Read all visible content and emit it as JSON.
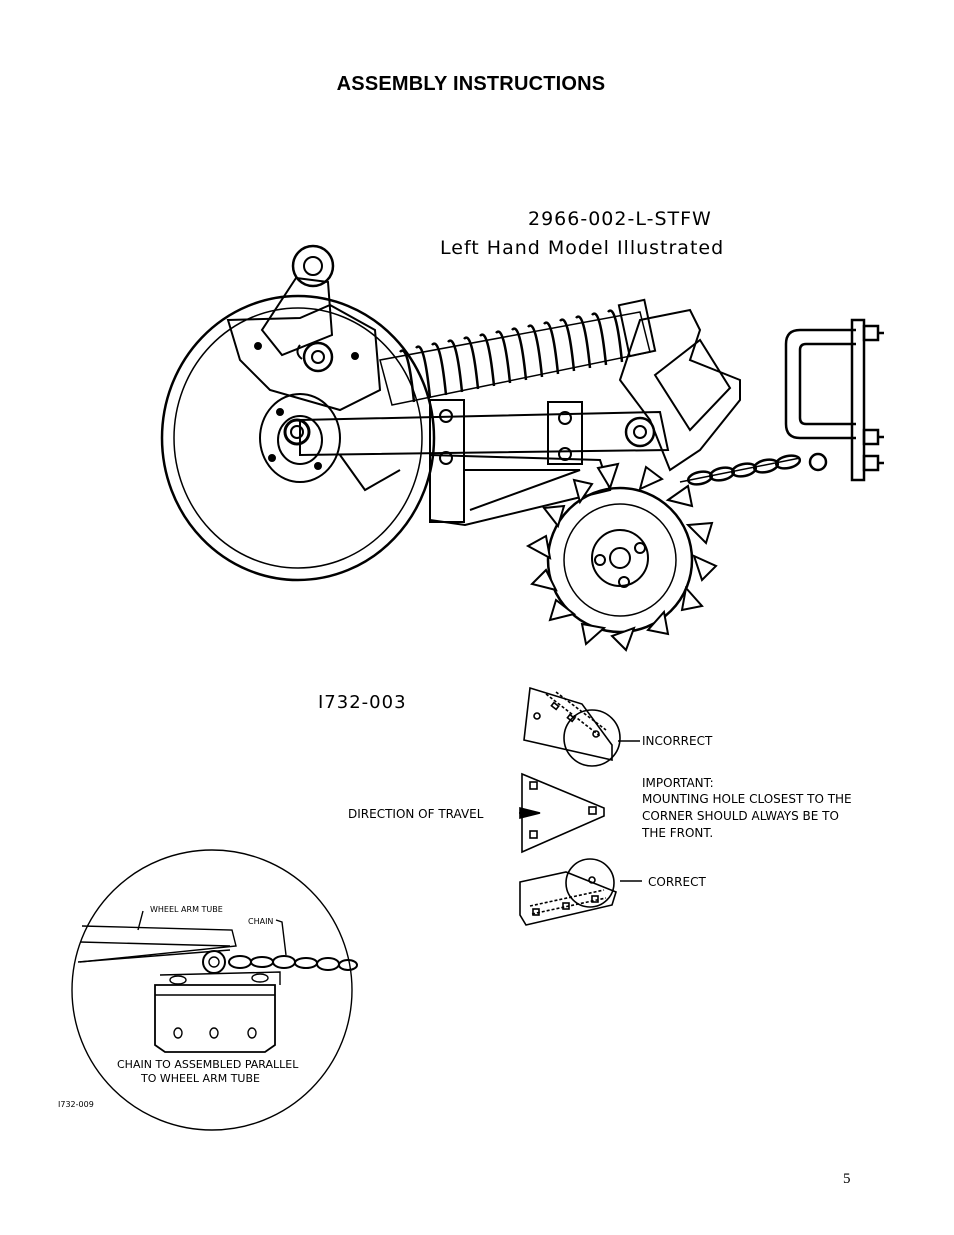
{
  "page": {
    "title": "ASSEMBLY  INSTRUCTIONS",
    "page_number": "5"
  },
  "figure_main": {
    "part_number": "2966-002-L-STFW",
    "caption": "Left Hand Model Illustrated"
  },
  "figure_orientation": {
    "drawing_id": "I732-003",
    "incorrect_label": "INCORRECT",
    "direction_label": "DIRECTION OF TRAVEL",
    "important_heading": "IMPORTANT:",
    "important_lines": [
      "MOUNTING HOLE CLOSEST TO THE",
      "CORNER SHOULD ALWAYS BE TO",
      "THE FRONT."
    ],
    "correct_label": "CORRECT"
  },
  "figure_detail": {
    "drawing_id": "I732-009",
    "wheel_arm_label": "WHEEL ARM TUBE",
    "chain_label": "CHAIN",
    "note_lines": [
      "CHAIN TO ASSEMBLED PARALLEL",
      "TO WHEEL ARM TUBE"
    ]
  }
}
